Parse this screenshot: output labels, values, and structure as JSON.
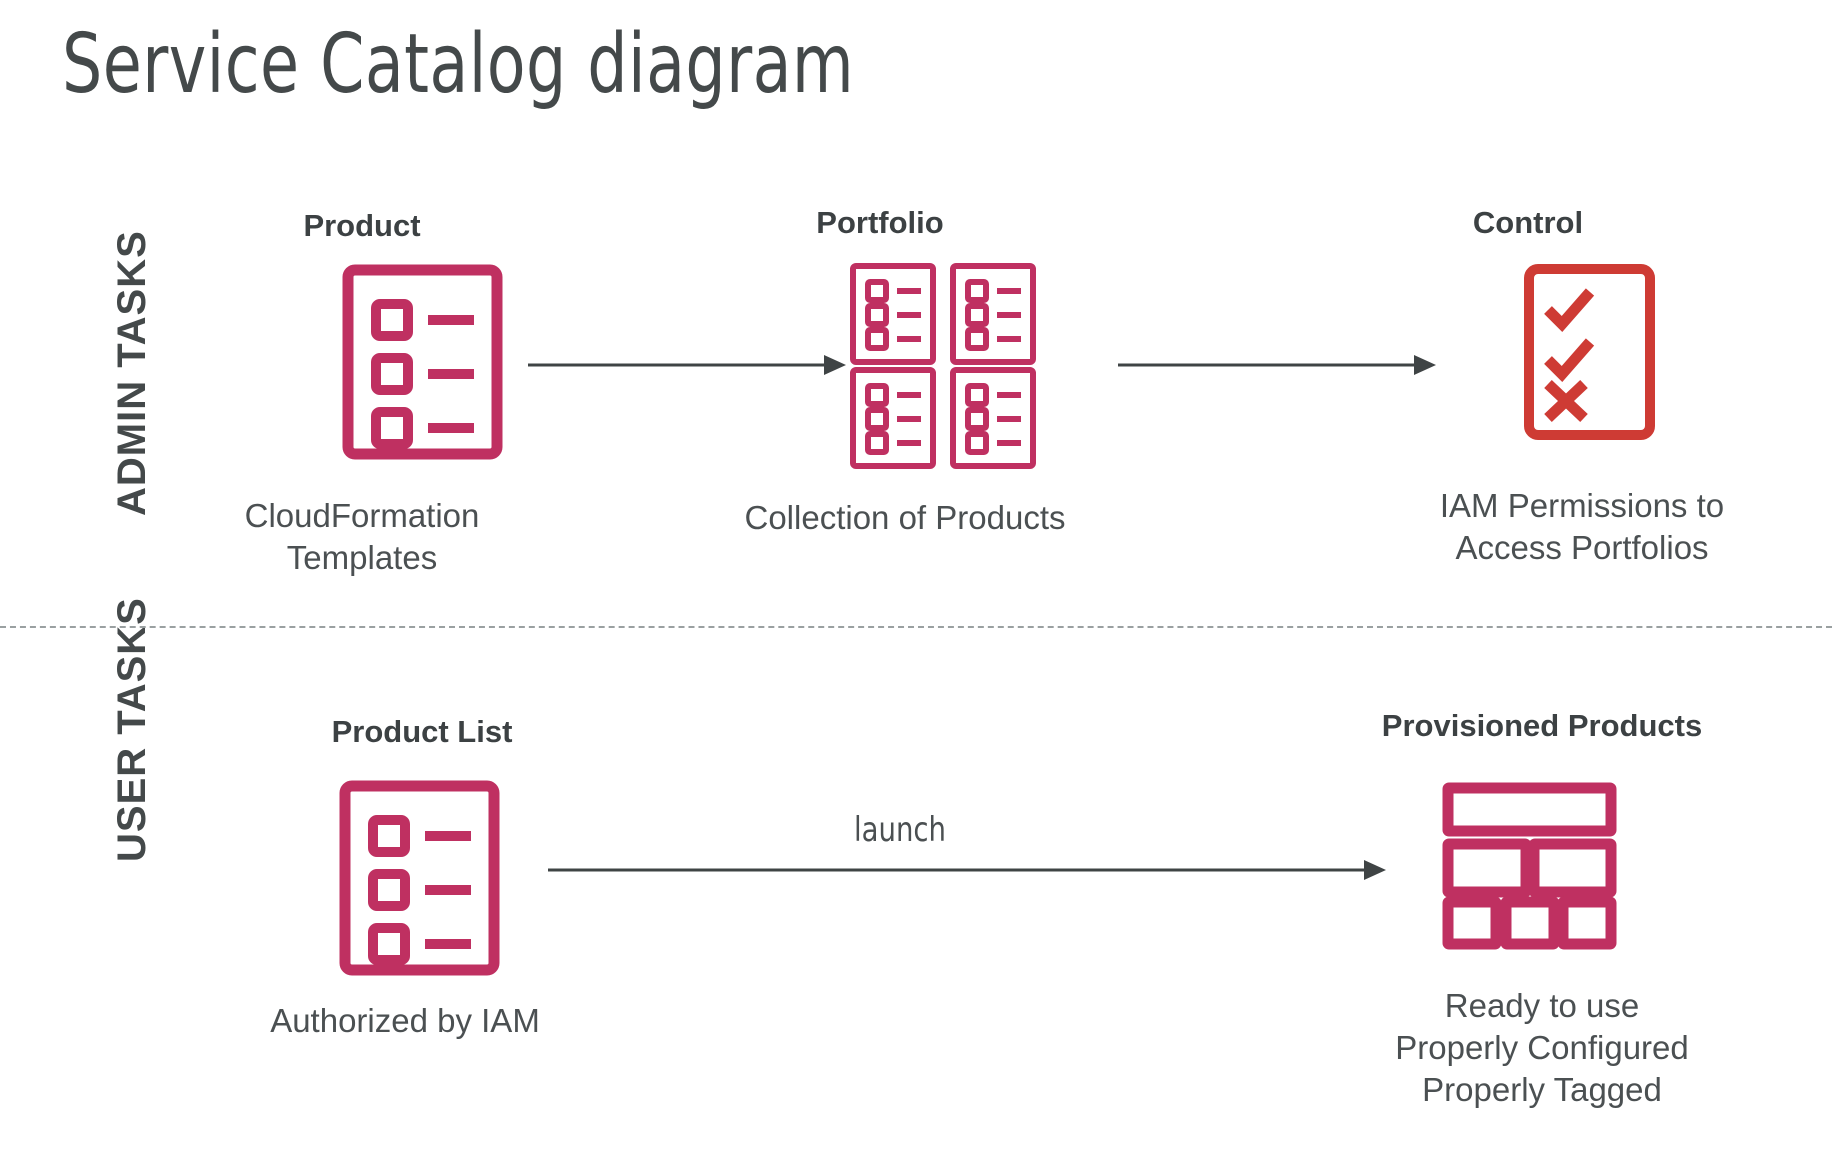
{
  "title": "Service Catalog diagram",
  "colors": {
    "crimson": "#bf3061",
    "red": "#ce3b34",
    "text_dark": "#44494a",
    "text_body": "#4b5052",
    "arrow": "#3f4445",
    "divider": "#9aa0a1",
    "background": "#ffffff"
  },
  "bands": [
    {
      "id": "admin",
      "label": "ADMIN TASKS"
    },
    {
      "id": "user",
      "label": "USER TASKS"
    }
  ],
  "admin_row": {
    "nodes": [
      {
        "id": "product",
        "heading": "Product",
        "icon": "product-checklist-icon",
        "icon_color": "#bf3061",
        "caption": "CloudFormation\nTemplates"
      },
      {
        "id": "portfolio",
        "heading": "Portfolio",
        "icon": "portfolio-four-products-icon",
        "icon_color": "#bf3061",
        "caption": "Collection of Products"
      },
      {
        "id": "control",
        "heading": "Control",
        "icon": "control-checklist-icon",
        "icon_color": "#ce3b34",
        "caption": "IAM Permissions to\nAccess Portfolios"
      }
    ],
    "arrows": [
      {
        "id": "product-to-portfolio",
        "label": ""
      },
      {
        "id": "portfolio-to-control",
        "label": ""
      }
    ]
  },
  "user_row": {
    "nodes": [
      {
        "id": "product-list",
        "heading": "Product List",
        "icon": "product-list-checklist-icon",
        "icon_color": "#bf3061",
        "caption": "Authorized by IAM"
      },
      {
        "id": "provisioned-products",
        "heading": "Provisioned Products",
        "icon": "provisioned-products-grid-icon",
        "icon_color": "#bf3061",
        "caption": "Ready to use\nProperly Configured\nProperly Tagged"
      }
    ],
    "arrows": [
      {
        "id": "launch-arrow",
        "label": "launch"
      }
    ]
  }
}
